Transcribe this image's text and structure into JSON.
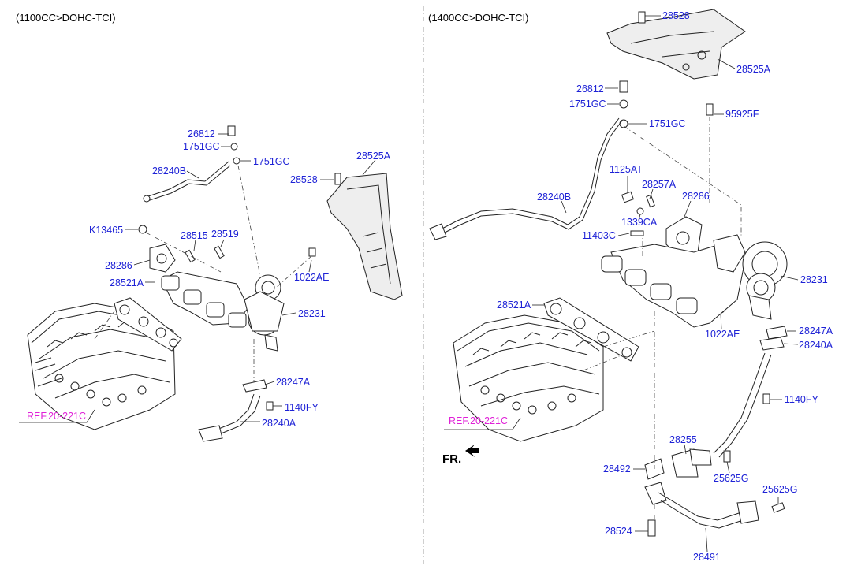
{
  "sections": {
    "left_header": "(1100CC>DOHC-TCI)",
    "right_header": "(1400CC>DOHC-TCI)"
  },
  "left": {
    "p26812": "26812",
    "p1751gc_a": "1751GC",
    "p1751gc_b": "1751GC",
    "p28240b": "28240B",
    "p28525a": "28525A",
    "p28528": "28528",
    "pk13465": "K13465",
    "p28515": "28515",
    "p28519": "28519",
    "p28286": "28286",
    "p1022ae": "1022AE",
    "p28521a": "28521A",
    "p28231": "28231",
    "p28247a": "28247A",
    "p1140fy": "1140FY",
    "p28240a": "28240A",
    "ref": "REF.20-221C"
  },
  "right": {
    "p28528": "28528",
    "p28525a": "28525A",
    "p26812": "26812",
    "p1751gc_a": "1751GC",
    "p1751gc_b": "1751GC",
    "p95925f": "95925F",
    "p1125at": "1125AT",
    "p28257a": "28257A",
    "p28240b": "28240B",
    "p28286": "28286",
    "p1339ca": "1339CA",
    "p11403c": "11403C",
    "p28231": "28231",
    "p28521a": "28521A",
    "p1022ae": "1022AE",
    "p28247a": "28247A",
    "p28240a": "28240A",
    "p1140fy": "1140FY",
    "ref": "REF.20-221C",
    "fr": "FR.",
    "p28255": "28255",
    "p28492": "28492",
    "p25625g_a": "25625G",
    "p25625g_b": "25625G",
    "p28524": "28524",
    "p28491": "28491"
  },
  "colors": {
    "part_label": "#1e22d6",
    "reference_label": "#e020d8",
    "line": "#222222"
  }
}
